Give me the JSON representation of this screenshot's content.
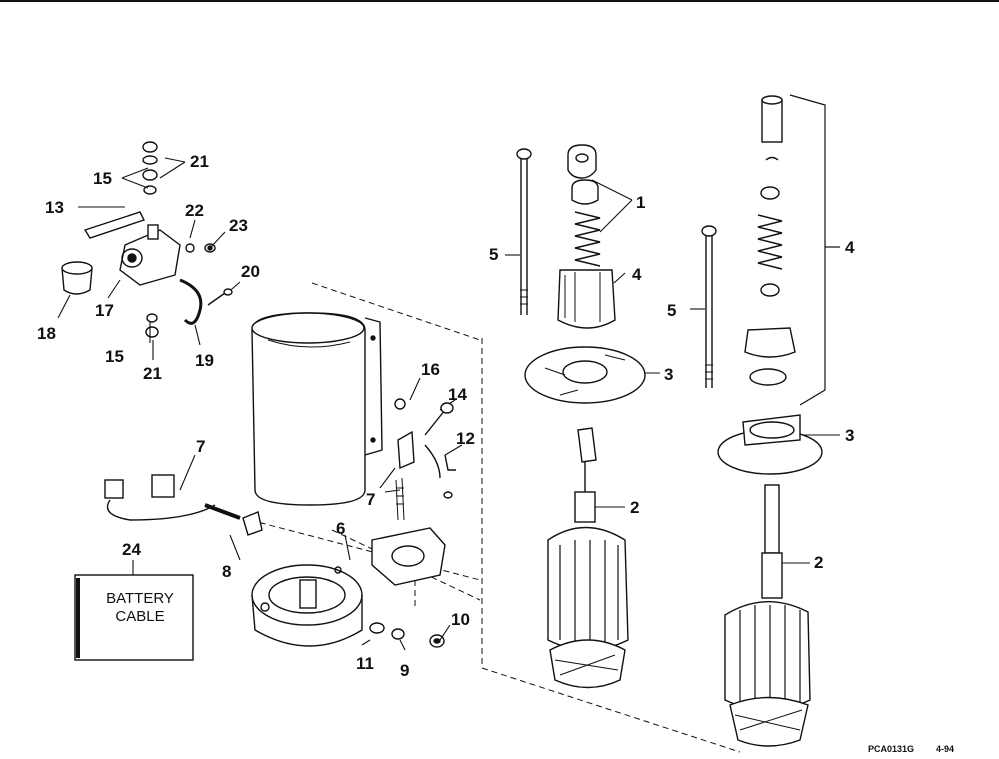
{
  "callouts": {
    "n1": "1",
    "n2a": "2",
    "n2b": "2",
    "n3a": "3",
    "n3b": "3",
    "n4a": "4",
    "n4b": "4",
    "n5a": "5",
    "n5b": "5",
    "n6": "6",
    "n7a": "7",
    "n7b": "7",
    "n8": "8",
    "n9": "9",
    "n10": "10",
    "n11": "11",
    "n12": "12",
    "n13": "13",
    "n14": "14",
    "n15a": "15",
    "n15b": "15",
    "n16": "16",
    "n17": "17",
    "n18": "18",
    "n19": "19",
    "n20": "20",
    "n21a": "21",
    "n21b": "21",
    "n22": "22",
    "n23": "23",
    "n24": "24"
  },
  "battery_cable": {
    "line1": "BATTERY",
    "line2": "CABLE"
  },
  "footer": {
    "code": "PCA0131G",
    "date": "4-94"
  }
}
